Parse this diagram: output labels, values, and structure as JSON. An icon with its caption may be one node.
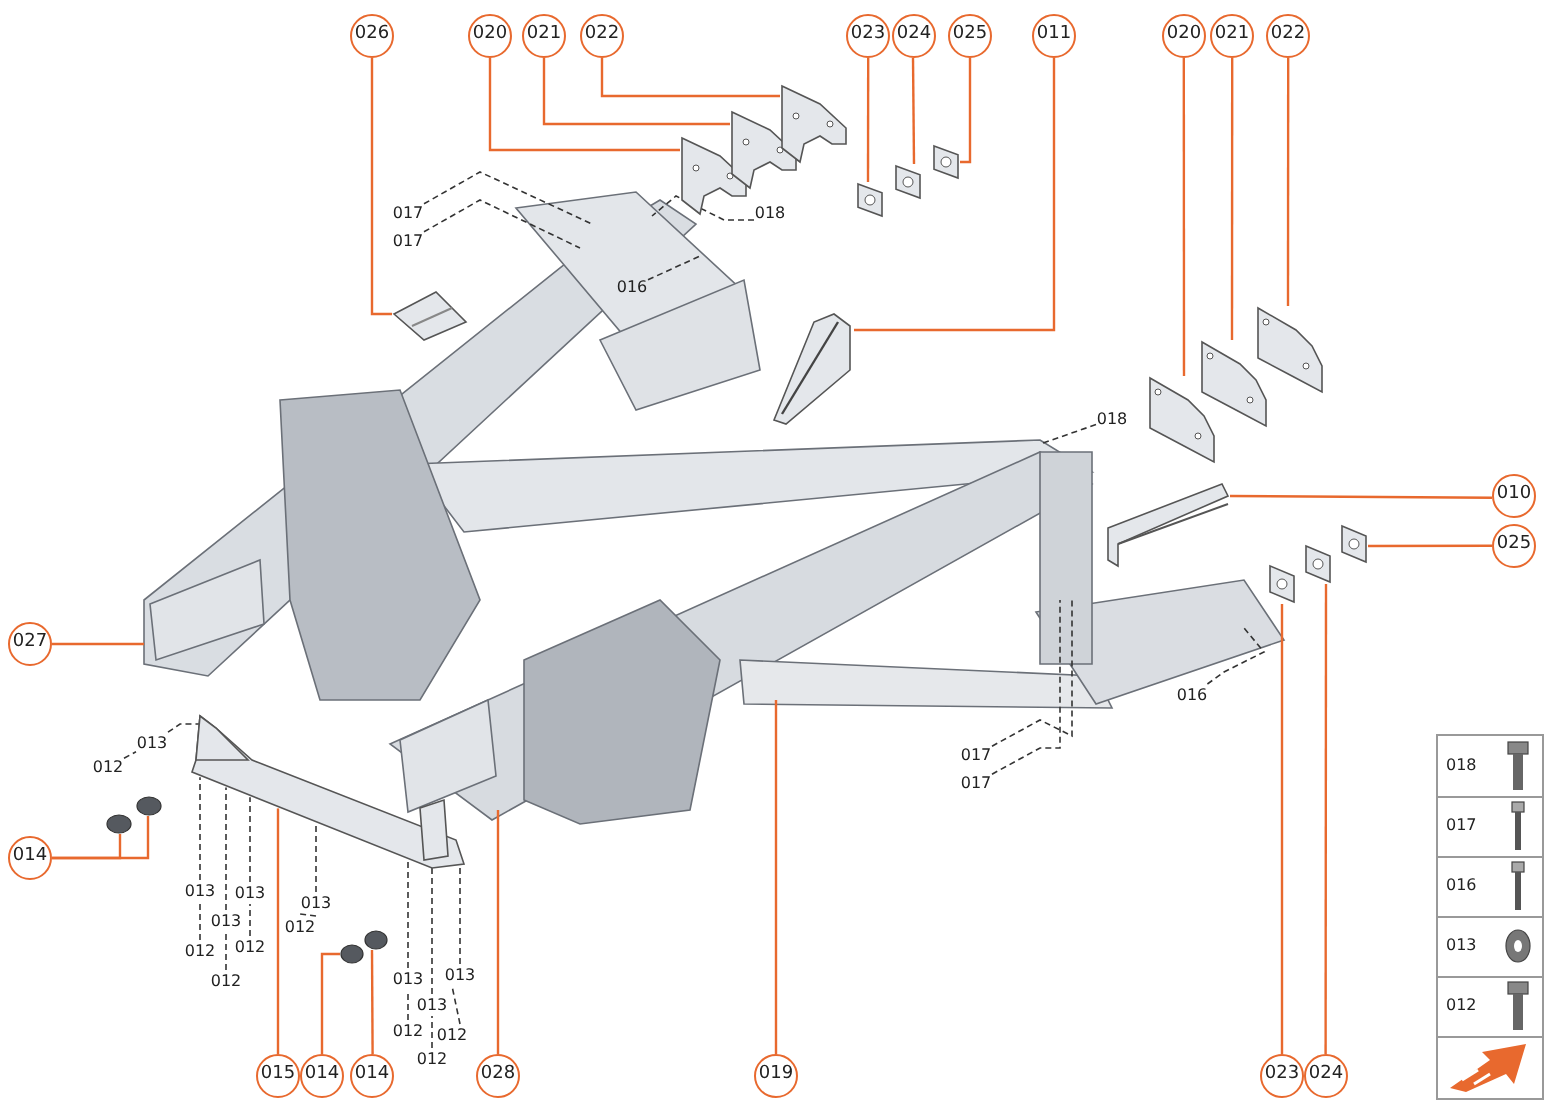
{
  "diagram": {
    "nodes": [
      {
        "text": [
          "026"
        ]
      },
      {
        "text": [
          "020"
        ]
      },
      {
        "text": [
          "021"
        ]
      },
      {
        "text": [
          "022"
        ]
      },
      {
        "text": [
          "023"
        ]
      },
      {
        "text": [
          "024"
        ]
      },
      {
        "text": [
          "025"
        ]
      },
      {
        "text": [
          "011"
        ]
      },
      {
        "text": [
          "020"
        ]
      },
      {
        "text": [
          "021"
        ]
      },
      {
        "text": [
          "022"
        ]
      },
      {
        "text": [
          "010"
        ]
      },
      {
        "text": [
          "025"
        ]
      },
      {
        "text": [
          "027"
        ]
      },
      {
        "text": [
          "014"
        ]
      },
      {
        "text": [
          "015"
        ]
      },
      {
        "text": [
          "014"
        ]
      },
      {
        "text": [
          "014"
        ]
      },
      {
        "text": [
          "028"
        ]
      },
      {
        "text": [
          "019"
        ]
      },
      {
        "text": [
          "023"
        ]
      },
      {
        "text": [
          "024"
        ]
      },
      {
        "text": [],
        "shape": "picture"
      },
      {
        "text": [],
        "shape": "picture"
      },
      {
        "text": [],
        "shape": "picture"
      },
      {
        "text": [],
        "shape": "picture"
      },
      {
        "text": [],
        "shape": "picture"
      },
      {
        "text": [],
        "shape": "picture"
      },
      {
        "text": [],
        "shape": "picture"
      },
      {
        "text": [],
        "shape": "picture"
      },
      {
        "text": [],
        "shape": "picture"
      },
      {
        "text": [],
        "shape": "picture"
      },
      {
        "text": [],
        "shape": "picture"
      },
      {
        "text": [],
        "shape": "picture"
      },
      {
        "text": [],
        "shape": "picture"
      },
      {
        "text": [],
        "shape": "picture"
      },
      {
        "text": [],
        "shape": "picture"
      },
      {
        "text": [],
        "shape": "picture"
      },
      {
        "text": [],
        "shape": "circle"
      },
      {
        "text": [],
        "shape": "circle"
      },
      {
        "text": [],
        "shape": "circle"
      },
      {
        "text": [],
        "shape": "circle"
      },
      {
        "text": [
          "017"
        ]
      },
      {
        "text": [
          "017"
        ]
      },
      {
        "text": [
          "018"
        ]
      },
      {
        "text": [
          "016"
        ]
      },
      {
        "text": [
          "018"
        ]
      },
      {
        "text": [
          "016"
        ]
      },
      {
        "text": [
          "017"
        ]
      },
      {
        "text": [
          "017"
        ]
      },
      {
        "text": [
          "013"
        ]
      },
      {
        "text": [
          "012"
        ]
      },
      {
        "text": [
          "013"
        ]
      },
      {
        "text": [
          "013"
        ]
      },
      {
        "text": [
          "013"
        ]
      },
      {
        "text": [
          "012"
        ]
      },
      {
        "text": [
          "012"
        ]
      },
      {
        "text": [
          "012"
        ]
      },
      {
        "text": [
          "013"
        ]
      },
      {
        "text": [
          "012"
        ]
      },
      {
        "text": [
          "013"
        ]
      },
      {
        "text": [
          "013"
        ]
      },
      {
        "text": [
          "013"
        ]
      },
      {
        "text": [
          "012"
        ]
      },
      {
        "text": [
          "012"
        ]
      },
      {
        "text": [
          "012"
        ]
      }
    ],
    "edges": [
      {
        "from": 0,
        "to": 29,
        "arrow": "none",
        "color": "#e8692e"
      },
      {
        "from": 1,
        "to": 22,
        "arrow": "none",
        "color": "#e8692e"
      },
      {
        "from": 2,
        "to": 23,
        "arrow": "none",
        "color": "#e8692e"
      },
      {
        "from": 3,
        "to": 24,
        "arrow": "none",
        "color": "#e8692e"
      },
      {
        "from": 4,
        "to": 25,
        "arrow": "none",
        "color": "#e8692e"
      },
      {
        "from": 5,
        "to": 26,
        "arrow": "none",
        "color": "#e8692e"
      },
      {
        "from": 6,
        "to": 27,
        "arrow": "none",
        "color": "#e8692e"
      },
      {
        "from": 7,
        "to": 28,
        "arrow": "none",
        "color": "#e8692e"
      },
      {
        "from": 8,
        "to": 30,
        "arrow": "none",
        "color": "#e8692e"
      },
      {
        "from": 9,
        "to": 31,
        "arrow": "none",
        "color": "#e8692e"
      },
      {
        "from": 10,
        "to": 32,
        "arrow": "none",
        "color": "#e8692e"
      },
      {
        "from": 11,
        "to": 33,
        "arrow": "none",
        "color": "#e8692e"
      },
      {
        "from": 12,
        "to": 36,
        "arrow": "none",
        "color": "#e8692e"
      },
      {
        "from": 13,
        "to": null,
        "arrow": "none",
        "color": "#e8692e"
      },
      {
        "from": 14,
        "to": 38,
        "arrow": "none",
        "color": "#e8692e"
      },
      {
        "from": 14,
        "to": 39,
        "arrow": "none",
        "color": "#e8692e"
      },
      {
        "from": 15,
        "to": 37,
        "arrow": "none",
        "color": "#e8692e"
      },
      {
        "from": 16,
        "to": 40,
        "arrow": "none",
        "color": "#e8692e"
      },
      {
        "from": 17,
        "to": 41,
        "arrow": "none",
        "color": "#e8692e"
      },
      {
        "from": 18,
        "to": null,
        "arrow": "none",
        "color": "#e8692e"
      },
      {
        "from": 19,
        "to": null,
        "arrow": "none",
        "color": "#e8692e"
      },
      {
        "from": 20,
        "to": 34,
        "arrow": "none",
        "color": "#e8692e"
      },
      {
        "from": 21,
        "to": 35,
        "arrow": "none",
        "color": "#e8692e"
      },
      {
        "from": 42,
        "to": null,
        "arrow": "none",
        "style": "dashed"
      },
      {
        "from": 43,
        "to": null,
        "arrow": "none",
        "style": "dashed"
      },
      {
        "from": 44,
        "to": null,
        "arrow": "none",
        "style": "dashed"
      },
      {
        "from": 45,
        "to": null,
        "arrow": "none",
        "style": "dashed"
      },
      {
        "from": 46,
        "to": null,
        "arrow": "none",
        "style": "dashed"
      },
      {
        "from": 47,
        "to": null,
        "arrow": "none",
        "style": "dashed"
      },
      {
        "from": 48,
        "to": null,
        "arrow": "none",
        "style": "dashed"
      },
      {
        "from": 49,
        "to": null,
        "arrow": "none",
        "style": "dashed"
      },
      {
        "from": 50,
        "to": 37,
        "arrow": "none",
        "style": "dashed"
      },
      {
        "from": 51,
        "to": 50,
        "arrow": "none",
        "style": "dashed"
      },
      {
        "from": 52,
        "to": 37,
        "arrow": "none",
        "style": "dashed"
      },
      {
        "from": 53,
        "to": 37,
        "arrow": "none",
        "style": "dashed"
      },
      {
        "from": 54,
        "to": 37,
        "arrow": "none",
        "style": "dashed"
      },
      {
        "from": 55,
        "to": 52,
        "arrow": "none",
        "style": "dashed"
      },
      {
        "from": 56,
        "to": 54,
        "arrow": "none",
        "style": "dashed"
      },
      {
        "from": 57,
        "to": 53,
        "arrow": "none",
        "style": "dashed"
      },
      {
        "from": 58,
        "to": 37,
        "arrow": "none",
        "style": "dashed"
      },
      {
        "from": 59,
        "to": 58,
        "arrow": "none",
        "style": "dashed"
      },
      {
        "from": 60,
        "to": 37,
        "arrow": "none",
        "style": "dashed"
      },
      {
        "from": 61,
        "to": 37,
        "arrow": "none",
        "style": "dashed"
      },
      {
        "from": 62,
        "to": 37,
        "arrow": "none",
        "style": "dashed"
      },
      {
        "from": 63,
        "to": 60,
        "arrow": "none",
        "style": "dashed"
      },
      {
        "from": 64,
        "to": 61,
        "arrow": "none",
        "style": "dashed"
      },
      {
        "from": 65,
        "to": 62,
        "arrow": "none",
        "style": "dashed"
      }
    ],
    "labels": [
      "018",
      "017",
      "016",
      "013",
      "012"
    ]
  }
}
